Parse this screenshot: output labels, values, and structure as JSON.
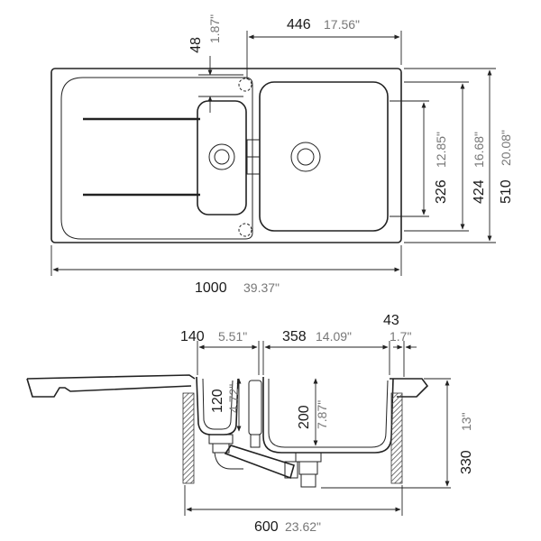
{
  "top_view": {
    "dims": {
      "overflow_offset": {
        "mm": "48",
        "inch": "1.87\""
      },
      "main_bowl_width": {
        "mm": "446",
        "inch": "17.56\""
      },
      "bowl_inner_depth": {
        "mm": "326",
        "inch": "12.85\""
      },
      "bowl_outer_depth": {
        "mm": "424",
        "inch": "16.68\""
      },
      "overall_depth": {
        "mm": "510",
        "inch": "20.08\""
      },
      "overall_width": {
        "mm": "1000",
        "inch": "39.37\""
      }
    }
  },
  "section_view": {
    "dims": {
      "small_bowl_width": {
        "mm": "140",
        "inch": "5.51\""
      },
      "large_bowl_width": {
        "mm": "358",
        "inch": "14.09\""
      },
      "rim": {
        "mm": "43",
        "inch": "1.7\""
      },
      "small_bowl_depth": {
        "mm": "120",
        "inch": "4.72\""
      },
      "large_bowl_depth": {
        "mm": "200",
        "inch": "7.87\""
      },
      "total_height": {
        "mm": "330",
        "inch": "13\""
      },
      "cabinet_width": {
        "mm": "600",
        "inch": "23.62\""
      }
    }
  }
}
